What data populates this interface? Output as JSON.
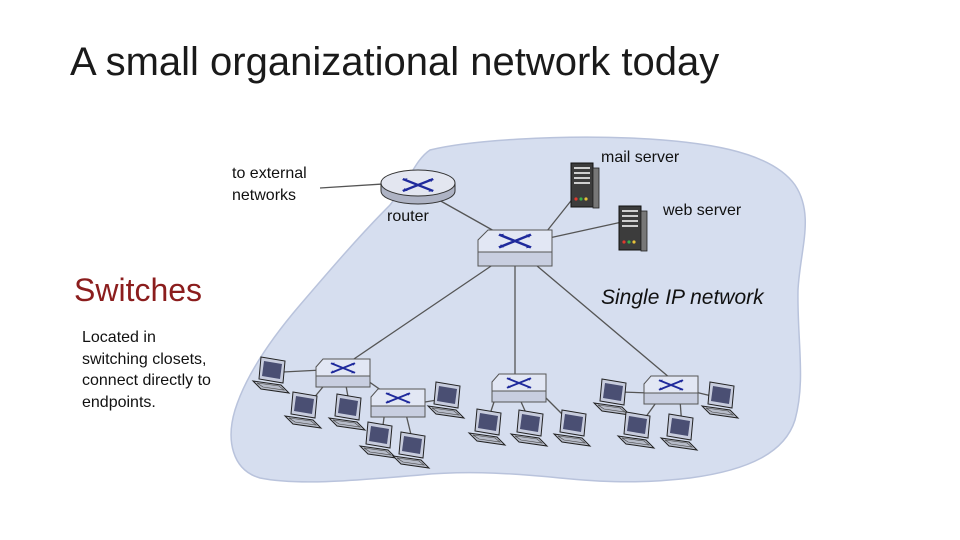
{
  "slide": {
    "title": "A small organizational network today",
    "switches_heading": "Switches",
    "switches_description": "Located in switching closets, connect directly to endpoints."
  },
  "diagram": {
    "labels": {
      "to_external": "to external networks",
      "router": "router",
      "mail_server": "mail server",
      "web_server": "web server",
      "network": "Single IP network"
    },
    "colors": {
      "network_region": "#d6deef",
      "region_border": "#b9c3dc",
      "switch_body": "#e2e7f4",
      "switch_arrows": "#1f2a9c",
      "server_body": "#3a3a3a",
      "link": "#555555",
      "heading_accent": "#8b1d1d"
    },
    "icons": [
      "router-icon",
      "switch-icon",
      "server-icon",
      "workstation-icon"
    ]
  }
}
